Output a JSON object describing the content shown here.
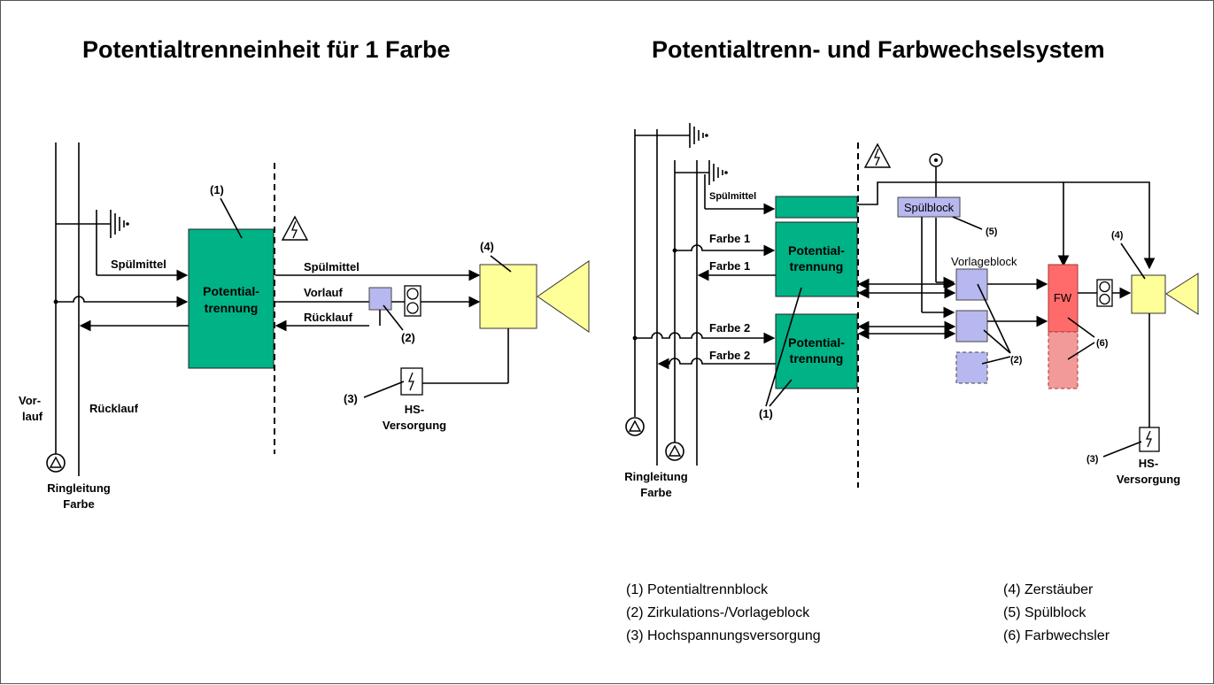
{
  "left": {
    "title": "Potentialtrenneinheit für 1 Farbe",
    "labels": {
      "n1": "(1)",
      "n2": "(2)",
      "n3": "(3)",
      "n4": "(4)",
      "spuelmittel_in": "Spülmittel",
      "spuelmittel_out": "Spülmittel",
      "vorlauf": "Vorlauf",
      "ruecklauf": "Rücklauf",
      "vor": "Vor-",
      "lauf": "lauf",
      "ruecklauf_v": "Rücklauf",
      "ring1": "Ringleitung",
      "ring2": "Farbe",
      "hs1": "HS-",
      "hs2": "Versorgung",
      "box1": "Potential-",
      "box2": "trennung"
    }
  },
  "right": {
    "title": "Potentialtrenn- und Farbwechselsystem",
    "labels": {
      "spuelmittel": "Spülmittel",
      "farbe1_in": "Farbe 1",
      "farbe1_out": "Farbe 1",
      "farbe2_in": "Farbe 2",
      "farbe2_out": "Farbe 2",
      "box1": "Potential-",
      "box2": "trennung",
      "spuelblock": "Spülblock",
      "vorlageblock": "Vorlageblock",
      "fw": "FW",
      "n1": "(1)",
      "n2": "(2)",
      "n3": "(3)",
      "n4": "(4)",
      "n5": "(5)",
      "n6": "(6)",
      "ring1": "Ringleitung",
      "ring2": "Farbe",
      "hs1": "HS-",
      "hs2": "Versorgung"
    }
  },
  "legend": {
    "col1": [
      "(1)  Potentialtrennblock",
      "(2)  Zirkulations-/Vorlageblock",
      "(3)  Hochspannungsversorgung"
    ],
    "col2": [
      "(4)  Zerstäuber",
      "(5)  Spülblock",
      "(6)  Farbwechsler"
    ]
  },
  "colors": {
    "isolation_block": "#00b386",
    "circulation_block": "#b8b8f0",
    "atomizer": "#ffff99",
    "color_changer": "#ff6b6b",
    "color_changer_dashed": "#f29a9a"
  }
}
